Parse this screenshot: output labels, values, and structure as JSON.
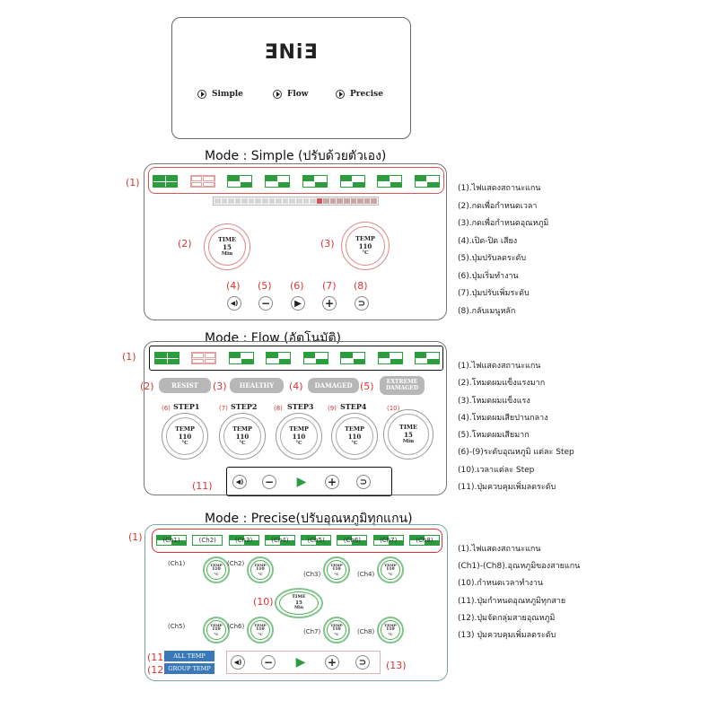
{
  "menu": {
    "logo": "ƎNiƎ",
    "items": [
      "Simple",
      "Flow",
      "Precise"
    ]
  },
  "simple": {
    "title": "Mode : Simple  (ปรับด้วยตัวเอง)",
    "markers": [
      "(1)",
      "(2)",
      "(3)",
      "(4)",
      "(5)",
      "(6)",
      "(7)",
      "(8)"
    ],
    "time_knob": {
      "label": "TIME",
      "value": "15",
      "unit": "Min"
    },
    "temp_knob": {
      "label": "TEMP",
      "value": "110",
      "unit": "°C"
    },
    "level": 0.375,
    "legend": [
      "(1).ไฟแสดงสถานะแกน",
      "(2).กดเพื่อกำหนดเวลา",
      "(3).กดเพื่อกำหนดอุณหภูมิ",
      "(4).เปิด-ปิด เสียง",
      "(5).ปุ่มปรับลดระดับ",
      "(6).ปุ่มเริ่มทำงาน",
      "(7).ปุ่มปรับเพิ่มระดับ",
      "(8).กลับเมนูหลัก"
    ]
  },
  "flow": {
    "title": "Mode : Flow  (อัตโนมัติ)",
    "markers": [
      "(1)",
      "(2)",
      "(3)",
      "(4)",
      "(5)",
      "(11)"
    ],
    "modes": [
      "RESIST",
      "HEALTHY",
      "DAMAGED",
      "EXTREME DAMAGED"
    ],
    "steps": [
      {
        "marker": "(6)",
        "label": "STEP1",
        "temp": "TEMP",
        "value": "110",
        "unit": "°C"
      },
      {
        "marker": "(7)",
        "label": "STEP2",
        "temp": "TEMP",
        "value": "110",
        "unit": "°C"
      },
      {
        "marker": "(8)",
        "label": "STEP3",
        "temp": "TEMP",
        "value": "110",
        "unit": "°C"
      },
      {
        "marker": "(9)",
        "label": "STEP4",
        "temp": "TEMP",
        "value": "110",
        "unit": "°C"
      },
      {
        "marker": "(10)",
        "label": "",
        "temp": "TIME",
        "value": "15",
        "unit": "Min"
      }
    ],
    "legend": [
      "(1).ไฟแสดงสถานะแกน",
      "(2).โหมดผมแข็งแรงมาก",
      "(3).โหมดผมแข็งแรง",
      "(4).โหมดผมเสียปานกลาง",
      "(5).โหมดผมเสียมาก",
      "(6)-(9)ระดับอุณหภูมิ แต่ละ Step",
      "(10).เวลาแต่ละ Step",
      "(11).ปุ่มควบคุมเพิ่มลดระดับ"
    ]
  },
  "precise": {
    "title": "Mode : Precise(ปรับอุณหภูมิทุกแกน)",
    "markers": [
      "(1)",
      "(10)",
      "(11)",
      "(12)",
      "(13)"
    ],
    "channels": [
      "(Ch1)",
      "(Ch2)",
      "(Ch3)",
      "(Ch4)",
      "(Ch5)",
      "(Ch6)",
      "(Ch7)",
      "(Ch8)"
    ],
    "knob": {
      "label": "TEMP",
      "value": "110",
      "unit": "°C"
    },
    "time_knob": {
      "label": "TIME",
      "value": "15",
      "unit": "Min"
    },
    "buttons": {
      "all_temp": "ALL TEMP",
      "group_temp": "GROUP TEMP"
    },
    "legend": [
      "(1).ไฟแสดงสถานะแกน",
      "(Ch1)-(Ch8).อุณหภูมิของสายแกน",
      "(10).กำหนดเวลาทำงาน",
      "(11).ปุ่มกำหนดอุณหภูมิทุกสาย",
      "(12).ปุ่มจัดกลุ่มสายอุณหภูมิ",
      "(13) ปุ่มควบคุมเพิ่มลดระดับ"
    ]
  },
  "controls": {
    "vol": "◀)",
    "minus": "−",
    "play": "▶",
    "plus": "+",
    "back": "⊃"
  },
  "colors": {
    "accent_green": "#2c9c3f",
    "marker_red": "#d33333",
    "button_blue": "#3a79b9"
  }
}
